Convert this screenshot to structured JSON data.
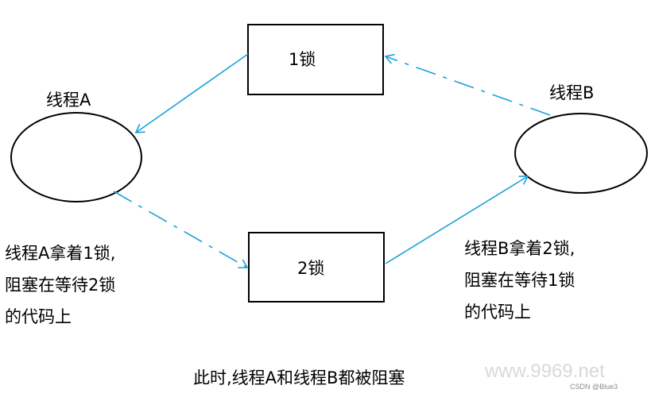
{
  "diagram": {
    "lock1_label": "1锁",
    "lock2_label": "2锁",
    "thread_a_label": "线程A",
    "thread_b_label": "线程B",
    "arrow_color": "#1ba1d7",
    "shape_stroke_color": "#000000"
  },
  "descriptions": {
    "thread_a": [
      "线程A拿着1锁,",
      "阻塞在等待2锁",
      "的代码上"
    ],
    "thread_b": [
      "线程B拿着2锁,",
      "阻塞在等待1锁",
      "的代码上"
    ]
  },
  "caption": "此时,线程A和线程B都被阻塞",
  "watermark": {
    "site": "www.9969.net",
    "csdn": "CSDN @Blue3"
  }
}
